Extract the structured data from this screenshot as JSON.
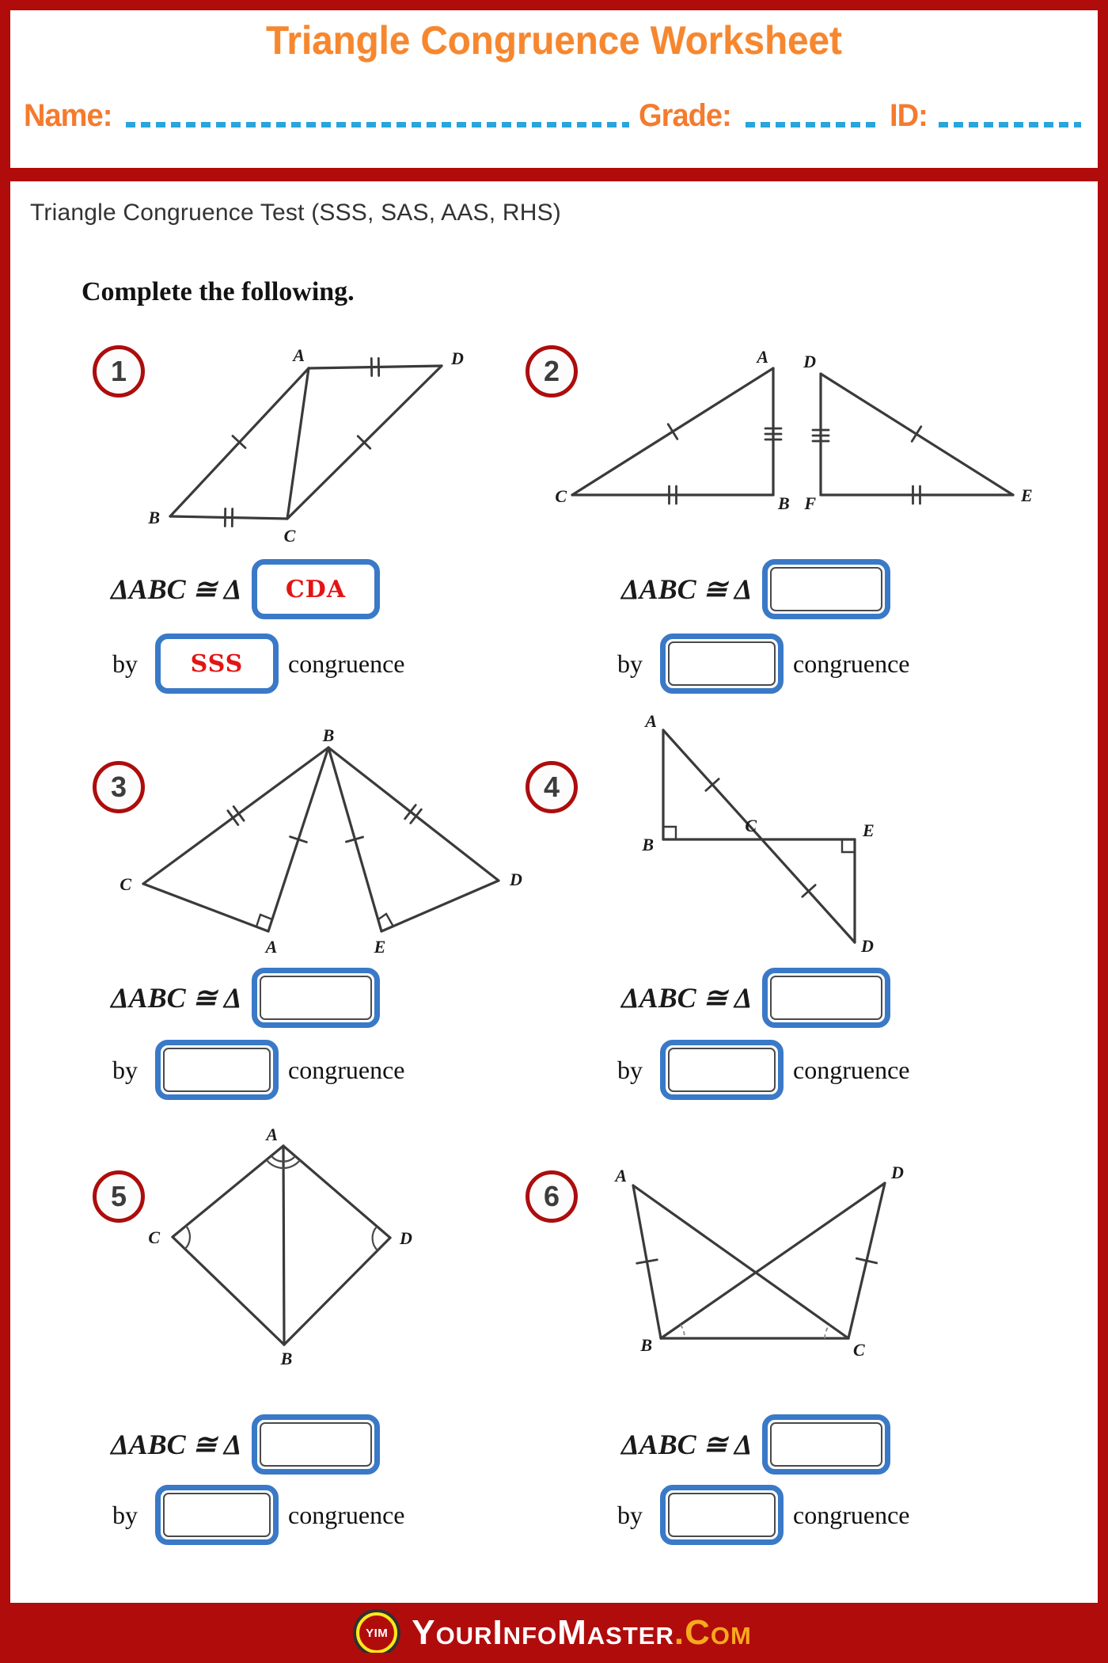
{
  "header": {
    "title": "Triangle Congruence Worksheet",
    "name_label": "Name:",
    "grade_label": "Grade:",
    "id_label": "ID:"
  },
  "worksheet": {
    "subtitle": "Triangle Congruence Test (SSS, SAS, AAS, RHS)",
    "instruction": "Complete the following.",
    "statement_prefix": "ΔABC ≅ Δ",
    "by_label": "by",
    "congruence_label": "congruence"
  },
  "problems": [
    {
      "number": "1",
      "labels": [
        "A",
        "D",
        "B",
        "C"
      ],
      "triangle_answer": "CDA",
      "test_answer": "SSS"
    },
    {
      "number": "2",
      "labels": [
        "A",
        "D",
        "C",
        "B",
        "F",
        "E"
      ],
      "triangle_answer": "",
      "test_answer": ""
    },
    {
      "number": "3",
      "labels": [
        "B",
        "C",
        "A",
        "E",
        "D"
      ],
      "triangle_answer": "",
      "test_answer": ""
    },
    {
      "number": "4",
      "labels": [
        "A",
        "B",
        "C",
        "E",
        "D"
      ],
      "triangle_answer": "",
      "test_answer": ""
    },
    {
      "number": "5",
      "labels": [
        "A",
        "C",
        "D",
        "B"
      ],
      "triangle_answer": "",
      "test_answer": ""
    },
    {
      "number": "6",
      "labels": [
        "A",
        "D",
        "B",
        "C"
      ],
      "triangle_answer": "",
      "test_answer": ""
    }
  ],
  "footer": {
    "logo_text": "YIM",
    "site_name": "YourInfoMaster",
    "site_tld": ".Com"
  },
  "colors": {
    "frame_red": "#b10c0c",
    "accent_orange": "#f6872f",
    "dotted_blue": "#29a5dc",
    "box_blue": "#3a79c7",
    "answer_red": "#e41414"
  }
}
